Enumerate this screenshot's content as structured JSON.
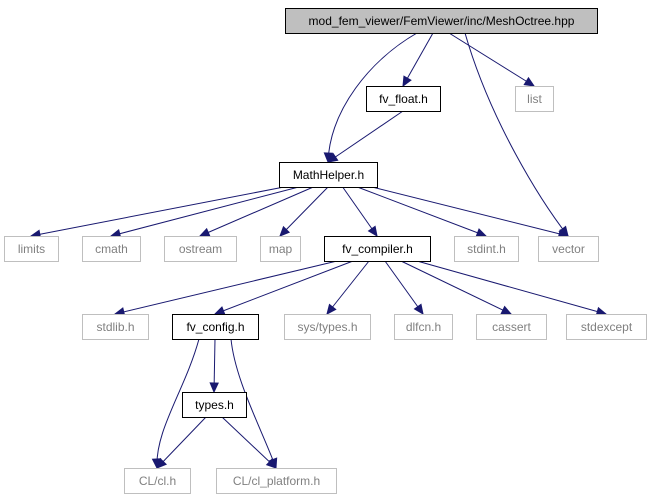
{
  "graph": {
    "colors": {
      "edge": "#191970",
      "root_fill": "#bfbfbf",
      "external_border": "#bfbfbf",
      "external_text": "#808080"
    },
    "nodes": [
      {
        "id": "root",
        "label": "mod_fem_viewer/FemViewer/inc/MeshOctree.hpp",
        "kind": "root"
      },
      {
        "id": "fv_float",
        "label": "fv_float.h",
        "kind": "internal"
      },
      {
        "id": "list",
        "label": "list",
        "kind": "external"
      },
      {
        "id": "mathhelper",
        "label": "MathHelper.h",
        "kind": "internal"
      },
      {
        "id": "limits",
        "label": "limits",
        "kind": "external"
      },
      {
        "id": "cmath",
        "label": "cmath",
        "kind": "external"
      },
      {
        "id": "ostream",
        "label": "ostream",
        "kind": "external"
      },
      {
        "id": "map",
        "label": "map",
        "kind": "external"
      },
      {
        "id": "fv_compiler",
        "label": "fv_compiler.h",
        "kind": "internal"
      },
      {
        "id": "stdint",
        "label": "stdint.h",
        "kind": "external"
      },
      {
        "id": "vector",
        "label": "vector",
        "kind": "external"
      },
      {
        "id": "stdlib",
        "label": "stdlib.h",
        "kind": "external"
      },
      {
        "id": "fv_config",
        "label": "fv_config.h",
        "kind": "internal"
      },
      {
        "id": "systypes",
        "label": "sys/types.h",
        "kind": "external"
      },
      {
        "id": "dlfcn",
        "label": "dlfcn.h",
        "kind": "external"
      },
      {
        "id": "cassert",
        "label": "cassert",
        "kind": "external"
      },
      {
        "id": "stdexcept",
        "label": "stdexcept",
        "kind": "external"
      },
      {
        "id": "types",
        "label": "types.h",
        "kind": "internal"
      },
      {
        "id": "clcl",
        "label": "CL/cl.h",
        "kind": "external"
      },
      {
        "id": "clplatform",
        "label": "CL/cl_platform.h",
        "kind": "external"
      }
    ],
    "edges": [
      {
        "from": "root",
        "to": "mathhelper"
      },
      {
        "from": "root",
        "to": "fv_float"
      },
      {
        "from": "root",
        "to": "list"
      },
      {
        "from": "root",
        "to": "vector"
      },
      {
        "from": "fv_float",
        "to": "mathhelper"
      },
      {
        "from": "mathhelper",
        "to": "limits"
      },
      {
        "from": "mathhelper",
        "to": "cmath"
      },
      {
        "from": "mathhelper",
        "to": "ostream"
      },
      {
        "from": "mathhelper",
        "to": "map"
      },
      {
        "from": "mathhelper",
        "to": "fv_compiler"
      },
      {
        "from": "mathhelper",
        "to": "stdint"
      },
      {
        "from": "mathhelper",
        "to": "vector"
      },
      {
        "from": "fv_compiler",
        "to": "stdlib"
      },
      {
        "from": "fv_compiler",
        "to": "fv_config"
      },
      {
        "from": "fv_compiler",
        "to": "systypes"
      },
      {
        "from": "fv_compiler",
        "to": "dlfcn"
      },
      {
        "from": "fv_compiler",
        "to": "cassert"
      },
      {
        "from": "fv_compiler",
        "to": "stdexcept"
      },
      {
        "from": "fv_config",
        "to": "clcl"
      },
      {
        "from": "fv_config",
        "to": "types"
      },
      {
        "from": "fv_config",
        "to": "clplatform"
      },
      {
        "from": "types",
        "to": "clcl"
      },
      {
        "from": "types",
        "to": "clplatform"
      }
    ]
  }
}
